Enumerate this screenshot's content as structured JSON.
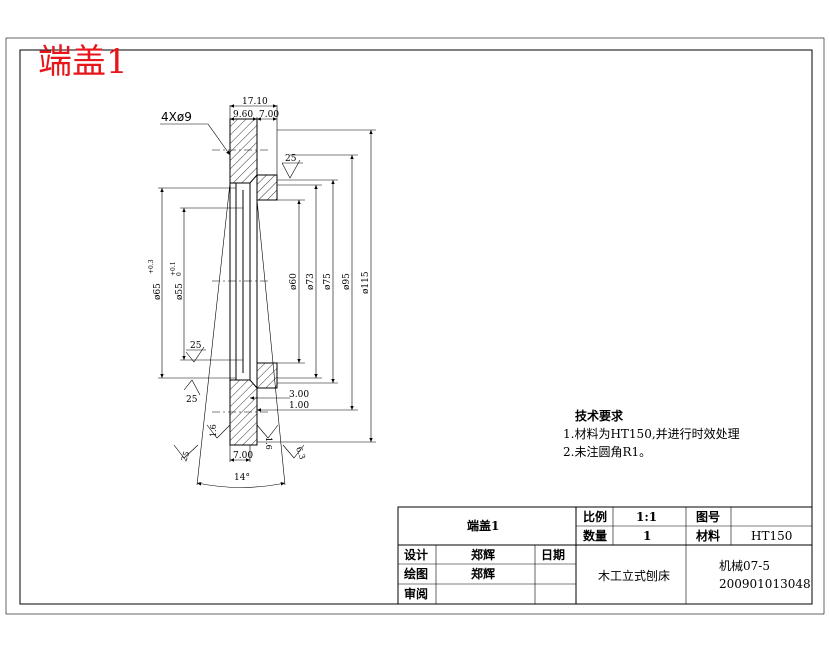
{
  "title": "端盖1",
  "callout_holes": "4Xø9",
  "dims": {
    "top_total": "17.10",
    "top_left": "9.60",
    "top_right": "7.00",
    "d60": "ø60",
    "d73": "ø73",
    "d75": "ø75",
    "d95": "ø95",
    "d115": "ø115",
    "d65": "ø65",
    "d65_tol": "+0.3",
    "d55": "ø55",
    "d55_tol": "+0.1",
    "d55_tol_low": "0",
    "step_3": "3.00",
    "step_1": "1.00",
    "bottom_7": "7.00",
    "angle": "14°",
    "rough_25_a": "25",
    "rough_25_b": "25",
    "rough_25_c": "25",
    "rough_25_d": "25",
    "rough_16_a": "1.6",
    "rough_16_b": "1.6",
    "rough_63": "6.3"
  },
  "notes": {
    "heading": "技术要求",
    "line1": "1.材料为HT150,并进行时效处理",
    "line2": "2.未注圆角R1。"
  },
  "title_block": {
    "part_name": "端盖1",
    "scale_label": "比例",
    "scale_value": "1:1",
    "drawing_no_label": "图号",
    "qty_label": "数量",
    "qty_value": "1",
    "material_label": "材料",
    "material_value": "HT150",
    "design_label": "设计",
    "design_name": "郑辉",
    "date_label": "日期",
    "draw_label": "绘图",
    "draw_name": "郑辉",
    "review_label": "审阅",
    "machine_name": "木工立式刨床",
    "class_name": "机械07-5",
    "student_id": "200901013048"
  }
}
